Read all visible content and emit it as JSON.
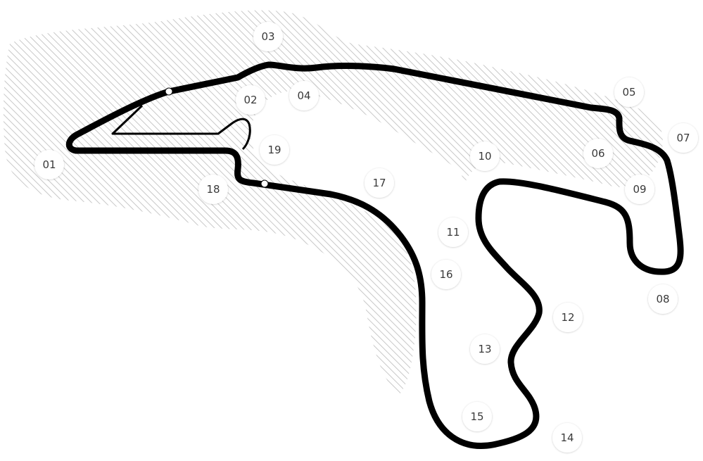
{
  "map": {
    "colors": {
      "track": "#000000",
      "runoff_hatch": "#c8c8c8",
      "background": "#ffffff",
      "label_text": "#3a3a3a",
      "label_bubble": "#ffffff"
    },
    "corners": [
      "01",
      "02",
      "03",
      "04",
      "05",
      "06",
      "07",
      "08",
      "09",
      "10",
      "11",
      "12",
      "13",
      "14",
      "15",
      "16",
      "17",
      "18",
      "19"
    ]
  }
}
